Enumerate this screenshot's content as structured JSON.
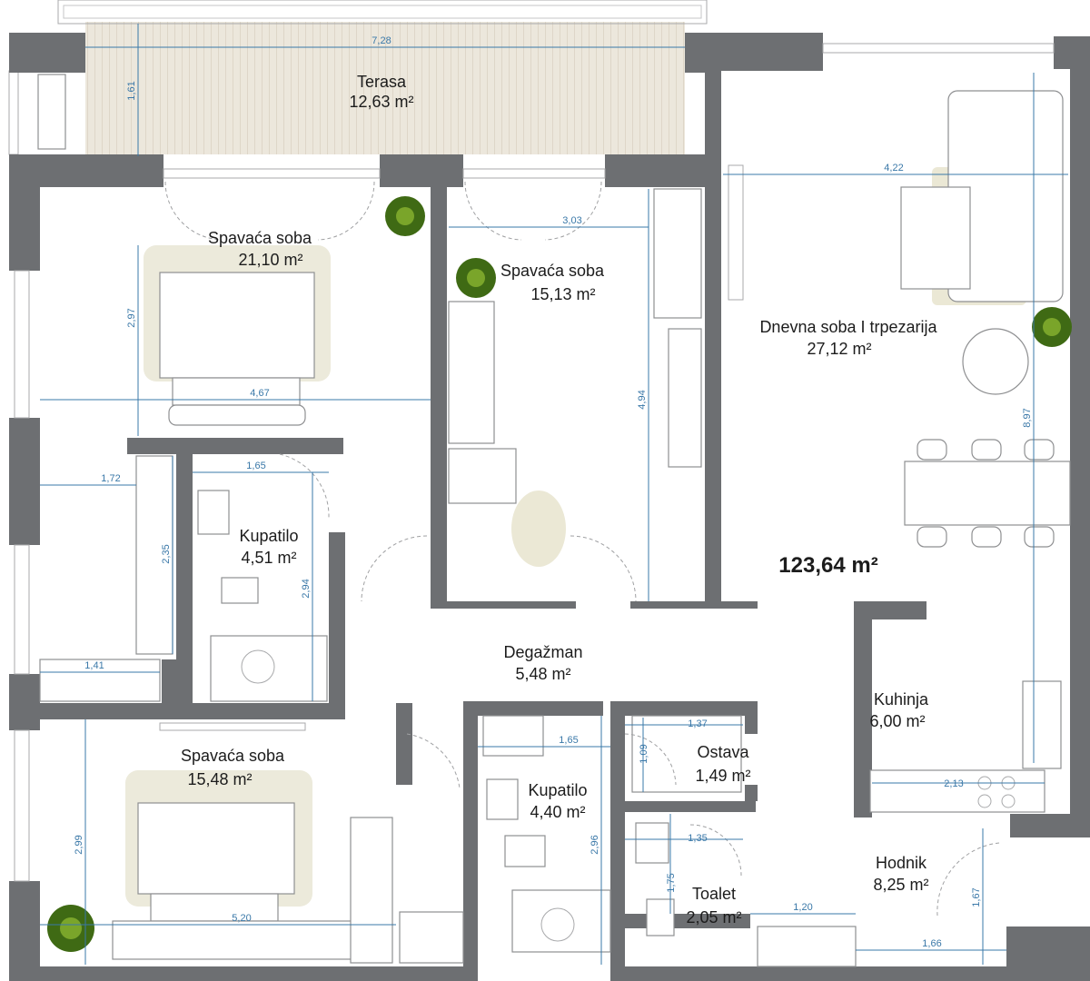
{
  "plan": {
    "total_area": "123,64 m²",
    "rooms": [
      {
        "id": "terasa",
        "name": "Terasa",
        "area": "12,63 m²"
      },
      {
        "id": "spavaca-soba-1",
        "name": "Spavaća soba",
        "area": "21,10 m²"
      },
      {
        "id": "spavaca-soba-2",
        "name": "Spavaća soba",
        "area": "15,13 m²"
      },
      {
        "id": "dnevna-soba",
        "name": "Dnevna soba I trpezarija",
        "area": "27,12 m²"
      },
      {
        "id": "kupatilo-1",
        "name": "Kupatilo",
        "area": "4,51 m²"
      },
      {
        "id": "degazman",
        "name": "Degažman",
        "area": "5,48 m²"
      },
      {
        "id": "kuhinja",
        "name": "Kuhinja",
        "area": "6,00 m²"
      },
      {
        "id": "spavaca-soba-3",
        "name": "Spavaća soba",
        "area": "15,48 m²"
      },
      {
        "id": "ostava",
        "name": "Ostava",
        "area": "1,49 m²"
      },
      {
        "id": "kupatilo-2",
        "name": "Kupatilo",
        "area": "4,40 m²"
      },
      {
        "id": "toalet",
        "name": "Toalet",
        "area": "2,05 m²"
      },
      {
        "id": "hodnik",
        "name": "Hodnik",
        "area": "8,25 m²"
      }
    ],
    "dimensions": [
      "7,28",
      "1,61",
      "4,22",
      "3,03",
      "2,97",
      "4,67",
      "8,97",
      "4,94",
      "1,72",
      "1,65",
      "2,35",
      "2,94",
      "1,41",
      "1,65",
      "1,37",
      "1,09",
      "2,99",
      "2,13",
      "1,35",
      "2,96",
      "1,75",
      "5,20",
      "1,20",
      "1,67",
      "1,66"
    ]
  },
  "colors": {
    "wall": "#6d6f72",
    "dimension": "#3a78a8",
    "terrace": "#e9e4d8",
    "rug": "#eceadb",
    "plant": "#3f6a14"
  },
  "icons": [
    "plant-icon",
    "bed-icon",
    "sofa-icon",
    "dining-table-icon",
    "toilet-icon",
    "sink-icon",
    "shower-icon",
    "stove-icon",
    "wardrobe-icon"
  ]
}
